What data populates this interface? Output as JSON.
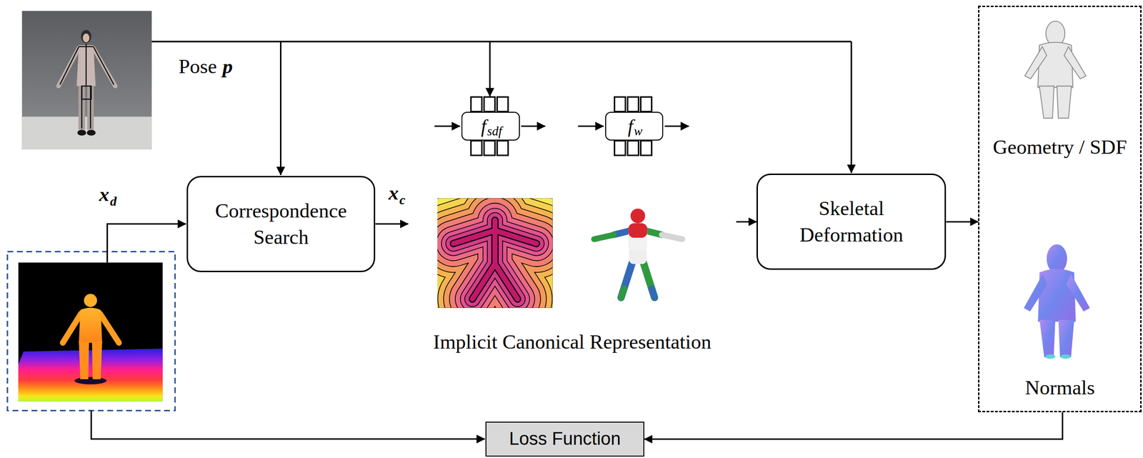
{
  "diagram": {
    "nodes": [
      {
        "text": [
          "Correspondence Search"
        ]
      },
      {
        "text": [
          "Implicit Canonical Representation"
        ]
      },
      {
        "text": [
          "f",
          "sdf"
        ],
        "in": 1
      },
      {
        "text": [
          "f",
          "w"
        ],
        "in": 1
      },
      {
        "text": [
          "Skeletal Deformation"
        ]
      },
      {
        "text": [
          "Geometry / SDF",
          "Normals"
        ]
      },
      {
        "text": [
          "Loss Function"
        ]
      }
    ],
    "edges": [
      {
        "from": 0,
        "to": 1,
        "arrow": "to"
      },
      {
        "from": 1,
        "to": 4,
        "arrow": "to"
      },
      {
        "from": 4,
        "to": 5,
        "arrow": "to"
      },
      {
        "from": 5,
        "to": 6,
        "arrow": "to"
      }
    ],
    "labels": [
      "Pose",
      "p",
      "x",
      "d",
      "x",
      "c"
    ]
  }
}
